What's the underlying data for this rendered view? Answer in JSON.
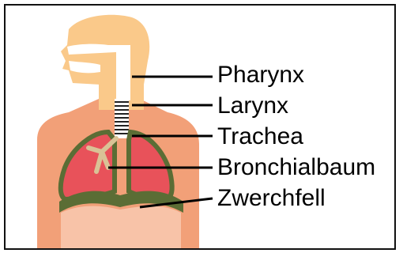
{
  "labels": {
    "pharynx": "Pharynx",
    "larynx": "Larynx",
    "trachea": "Trachea",
    "bronchialbaum": "Bronchialbaum",
    "zwerchfell": "Zwerchfell"
  },
  "colors": {
    "head": "#fac98a",
    "torso": "#f2a078",
    "torso_light": "#f8c3a8",
    "lung_outline": "#5b6d35",
    "lung_fill": "#e8525a",
    "airway": "#ffffff",
    "bronchi": "#d9c296"
  }
}
